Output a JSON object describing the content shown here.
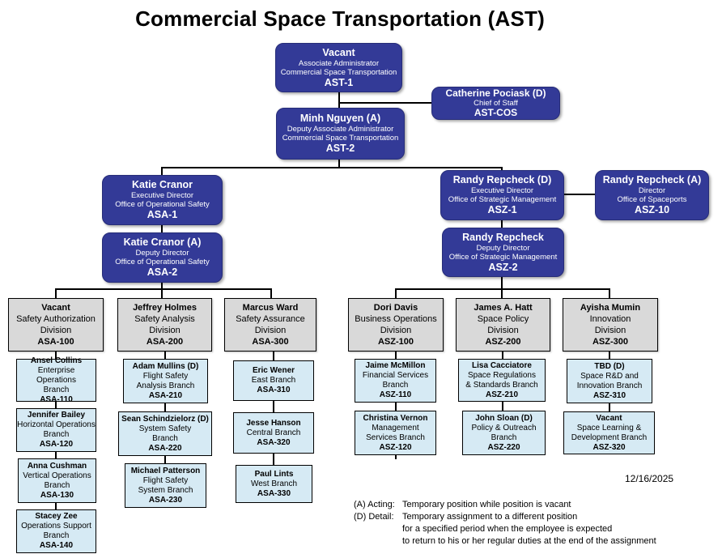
{
  "title": "Commercial Space Transportation (AST)",
  "date": "12/16/2025",
  "legend": {
    "acting_label": "(A) Acting:",
    "acting_text": "Temporary position while position is vacant",
    "detail_label": "(D) Detail:",
    "detail_lines": [
      "Temporary assignment to a different position",
      "for a specified period when the employee is expected",
      "to return to his or her regular duties at the end of the assignment"
    ]
  },
  "colors": {
    "executive_fill": "#333a97",
    "executive_border": "#272d78",
    "division_fill": "#d9d9d9",
    "branch_fill": "#d6eaf4",
    "line": "#000000"
  },
  "nodes": {
    "ast1": {
      "name": "Vacant",
      "title1": "Associate Administrator",
      "title2": "Commercial Space Transportation",
      "code": "AST-1"
    },
    "astcos": {
      "name": "Catherine Pociask (D)",
      "title1": "Chief of Staff",
      "code": "AST-COS"
    },
    "ast2": {
      "name": "Minh Nguyen (A)",
      "title1": "Deputy Associate Administrator",
      "title2": "Commercial Space Transportation",
      "code": "AST-2"
    },
    "asa1": {
      "name": "Katie Cranor",
      "title1": "Executive Director",
      "title2": "Office of Operational Safety",
      "code": "ASA-1"
    },
    "asa2": {
      "name": "Katie Cranor (A)",
      "title1": "Deputy Director",
      "title2": "Office of Operational Safety",
      "code": "ASA-2"
    },
    "asz1": {
      "name": "Randy Repcheck (D)",
      "title1": "Executive Director",
      "title2": "Office of Strategic Management",
      "code": "ASZ-1"
    },
    "asz10": {
      "name": "Randy Repcheck (A)",
      "title1": "Director",
      "title2": "Office of Spaceports",
      "code": "ASZ-10"
    },
    "asz2": {
      "name": "Randy Repcheck",
      "title1": "Deputy Director",
      "title2": "Office of Strategic Management",
      "code": "ASZ-2"
    },
    "asa100": {
      "name": "Vacant",
      "title1": "Safety Authorization",
      "title2": "Division",
      "code": "ASA-100"
    },
    "asa200": {
      "name": "Jeffrey Holmes",
      "title1": "Safety Analysis",
      "title2": "Division",
      "code": "ASA-200"
    },
    "asa300": {
      "name": "Marcus Ward",
      "title1": "Safety Assurance",
      "title2": "Division",
      "code": "ASA-300"
    },
    "asz100": {
      "name": "Dori Davis",
      "title1": "Business Operations",
      "title2": "Division",
      "code": "ASZ-100"
    },
    "asz200": {
      "name": "James A. Hatt",
      "title1": "Space Policy",
      "title2": "Division",
      "code": "ASZ-200"
    },
    "asz300": {
      "name": "Ayisha Mumin",
      "title1": "Innovation",
      "title2": "Division",
      "code": "ASZ-300"
    },
    "asa110": {
      "name": "Ansel Collins",
      "title1": "Enterprise Operations",
      "title2": "Branch",
      "code": "ASA-110"
    },
    "asa120": {
      "name": "Jennifer Bailey",
      "title1": "Horizontal Operations",
      "title2": "Branch",
      "code": "ASA-120"
    },
    "asa130": {
      "name": "Anna Cushman",
      "title1": "Vertical Operations",
      "title2": "Branch",
      "code": "ASA-130"
    },
    "asa140": {
      "name": "Stacey Zee",
      "title1": "Operations Support",
      "title2": "Branch",
      "code": "ASA-140"
    },
    "asa210": {
      "name": "Adam Mullins (D)",
      "title1": "Flight Safety",
      "title2": "Analysis Branch",
      "code": "ASA-210"
    },
    "asa220": {
      "name": "Sean Schindzielorz (D)",
      "title1": "System Safety",
      "title2": "Branch",
      "code": "ASA-220"
    },
    "asa230": {
      "name": "Michael Patterson",
      "title1": "Flight Safety",
      "title2": "System Branch",
      "code": "ASA-230"
    },
    "asa310": {
      "name": "Eric Wener",
      "title1": "East Branch",
      "code": "ASA-310"
    },
    "asa320": {
      "name": "Jesse Hanson",
      "title1": "Central Branch",
      "code": "ASA-320"
    },
    "asa330": {
      "name": "Paul Lints",
      "title1": "West Branch",
      "code": "ASA-330"
    },
    "asz110": {
      "name": "Jaime McMillon",
      "title1": "Financial Services",
      "title2": "Branch",
      "code": "ASZ-110"
    },
    "asz120": {
      "name": "Christina Vernon",
      "title1": "Management",
      "title2": "Services Branch",
      "code": "ASZ-120"
    },
    "asz210": {
      "name": "Lisa Cacciatore",
      "title1": "Space Regulations",
      "title2": "& Standards Branch",
      "code": "ASZ-210"
    },
    "asz220": {
      "name": "John Sloan (D)",
      "title1": "Policy & Outreach",
      "title2": "Branch",
      "code": "ASZ-220"
    },
    "asz310": {
      "name": "TBD (D)",
      "title1": "Space R&D and",
      "title2": "Innovation Branch",
      "code": "ASZ-310"
    },
    "asz320": {
      "name": "Vacant",
      "title1": "Space Learning &",
      "title2": "Development Branch",
      "code": "ASZ-320"
    }
  }
}
